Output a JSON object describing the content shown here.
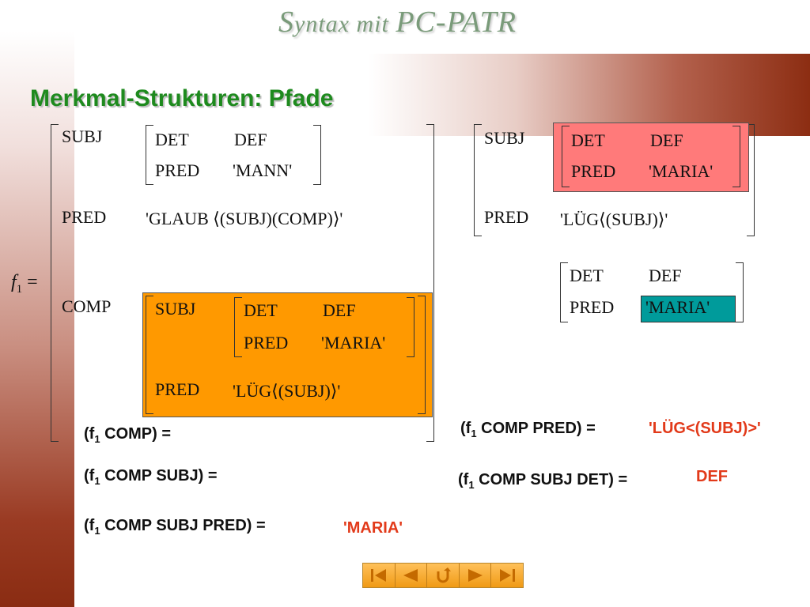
{
  "header": {
    "title_s": "S",
    "title_rest": "yntax mit ",
    "title_brand": "PC-PATR"
  },
  "slide_title": "Merkmal-Strukturen: Pfade",
  "f1_label": "f",
  "f1_sub": "1",
  "f1_eq": " =",
  "left_matrix": {
    "subj": "SUBJ",
    "det": "DET",
    "def": "DEF",
    "pred1": "PRED",
    "mann": "'MANN'",
    "pred": "PRED",
    "glaub": "'GLAUB ⟨(SUBJ)(COMP)⟩'",
    "comp": "COMP",
    "inner_subj": "SUBJ",
    "inner_det": "DET",
    "inner_def": "DEF",
    "inner_pred1": "PRED",
    "maria": "'MARIA'",
    "inner_pred": "PRED",
    "lug": "'LÜG⟨(SUBJ)⟩'"
  },
  "right_matrix": {
    "subj": "SUBJ",
    "det": "DET",
    "def": "DEF",
    "pred1": "PRED",
    "maria": "'MARIA'",
    "pred": "PRED",
    "lug": "'LÜG⟨(SUBJ)⟩'"
  },
  "small_matrix": {
    "det": "DET",
    "def": "DEF",
    "pred": "PRED",
    "maria": "'MARIA'"
  },
  "equations": [
    {
      "pre": "(f",
      "sub": "1",
      "post": " COMP) ="
    },
    {
      "pre": "(f",
      "sub": "1",
      "post": " COMP SUBJ) ="
    },
    {
      "pre": "(f",
      "sub": "1",
      "post": " COMP SUBJ PRED) =",
      "answer": "'MARIA'"
    },
    {
      "pre": "(f",
      "sub": "1",
      "post": " COMP PRED) =",
      "answer": "'LÜG<(SUBJ)>'"
    },
    {
      "pre": "(f",
      "sub": "1",
      "post": " COMP SUBJ DET) =",
      "answer": "DEF"
    }
  ],
  "nav": {
    "colors": {
      "fill": "#f6a623",
      "icon": "#c46a00"
    }
  }
}
